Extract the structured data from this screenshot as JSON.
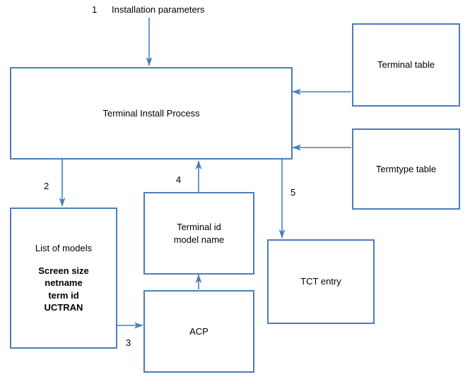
{
  "diagram": {
    "title_label": "Installation parameters",
    "accent_color": "#4a7ebb",
    "text_color": "#000000",
    "background": "#ffffff",
    "numbers": [
      {
        "id": "1",
        "text": "1"
      },
      {
        "id": "2",
        "text": "2"
      },
      {
        "id": "3",
        "text": "3"
      },
      {
        "id": "4",
        "text": "4"
      },
      {
        "id": "5",
        "text": "5"
      }
    ],
    "nodes": [
      {
        "id": "terminal-install-process",
        "text": "Terminal Install Process"
      },
      {
        "id": "terminal-table",
        "text": "Terminal table"
      },
      {
        "id": "termtype-table",
        "text": "Termtype table"
      },
      {
        "id": "list-of-models",
        "text_line1": "List of models",
        "text_line2": "Screen size\nnetname\nterm id\nUCTRAN"
      },
      {
        "id": "terminal-id-model-name",
        "text": "Terminal id\nmodel name"
      },
      {
        "id": "acp",
        "text": "ACP"
      },
      {
        "id": "tct-entry",
        "text": "TCT entry"
      }
    ]
  }
}
